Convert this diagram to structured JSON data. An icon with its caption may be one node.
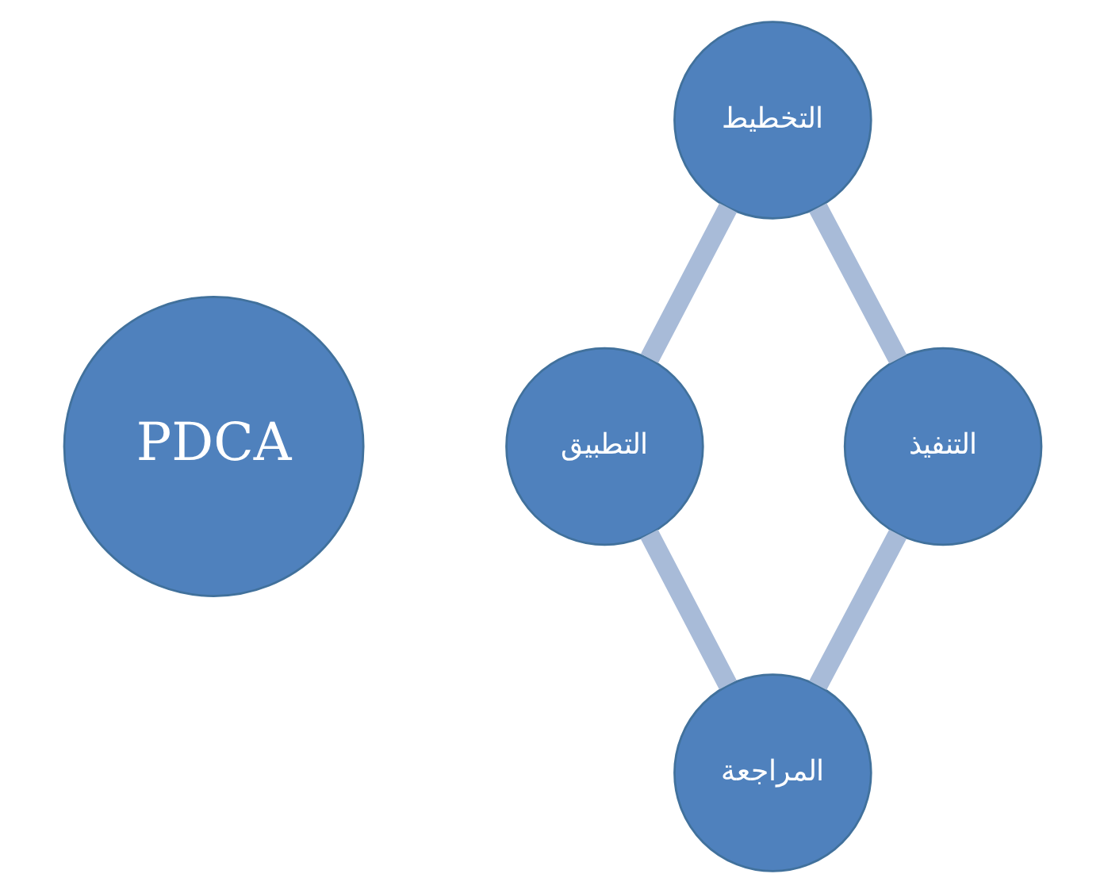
{
  "diagram": {
    "nodes": [
      {
        "text": [
          "PDCA"
        ]
      },
      {
        "text": [
          "التخطيط"
        ]
      },
      {
        "text": [
          "التطبيق"
        ]
      },
      {
        "text": [
          "المراجعة"
        ]
      },
      {
        "text": [
          "التنفيذ"
        ]
      }
    ],
    "edges": [
      {
        "from": 1,
        "to": 2,
        "arrow": "none"
      },
      {
        "from": 2,
        "to": 3,
        "arrow": "none"
      },
      {
        "from": 3,
        "to": 4,
        "arrow": "none"
      },
      {
        "from": 4,
        "to": 1,
        "arrow": "none"
      }
    ]
  }
}
